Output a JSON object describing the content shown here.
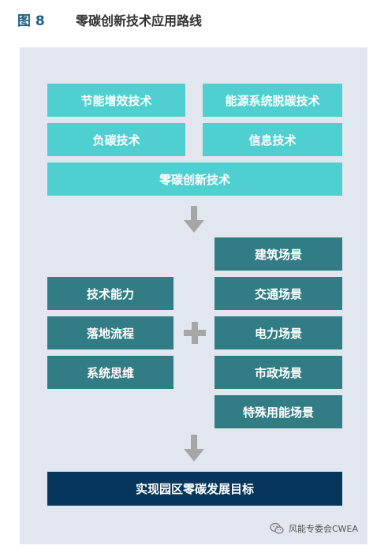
{
  "figure": {
    "number": "图 8",
    "title": "零碳创新技术应用路线"
  },
  "top_group": {
    "items": [
      {
        "label": "节能增效技术"
      },
      {
        "label": "能源系统脱碳技术"
      },
      {
        "label": "负碳技术"
      },
      {
        "label": "信息技术"
      }
    ],
    "summary": "零碳创新技术"
  },
  "left_group": {
    "items": [
      {
        "label": "技术能力"
      },
      {
        "label": "落地流程"
      },
      {
        "label": "系统思维"
      }
    ]
  },
  "right_group": {
    "items": [
      {
        "label": "建筑场景"
      },
      {
        "label": "交通场景"
      },
      {
        "label": "电力场景"
      },
      {
        "label": "市政场景"
      },
      {
        "label": "特殊用能场景"
      }
    ]
  },
  "goal": {
    "label": "实现园区零碳发展目标"
  },
  "footer": {
    "source": "风能专委会CWEA",
    "icon": "wechat-icon"
  },
  "colors": {
    "cyan": "#4fcfd0",
    "teal": "#327d85",
    "navy": "#07365c",
    "panel": "#e2e6ef",
    "arrow": "#a6a6a6"
  }
}
